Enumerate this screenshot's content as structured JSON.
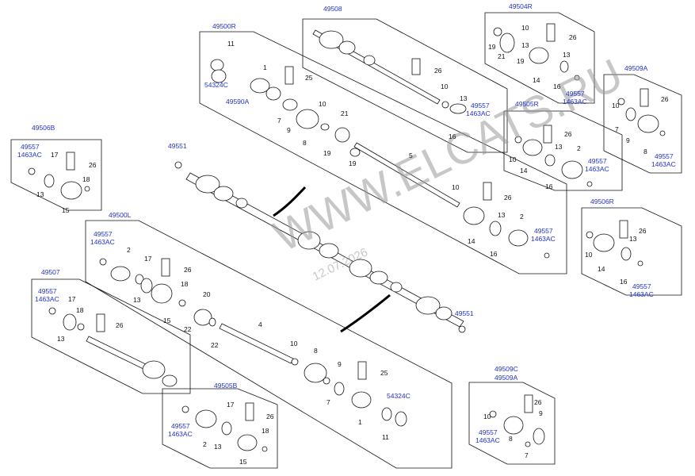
{
  "watermark": {
    "site": "WWW.ELCATS.RU",
    "date": "12.07.2026"
  },
  "groups": {
    "g49508": "49508",
    "g49504R": "49504R",
    "g49500R": "49500R",
    "g49509A_top": "49509A",
    "g49505R": "49505R",
    "g49506B": "49506B",
    "g49551_top": "49551",
    "g49500L": "49500L",
    "g49506R": "49506R",
    "g49507": "49507",
    "g49551_bot": "49551",
    "g49505B": "49505B",
    "g49509C": "49509C",
    "g49509A_bot": "49509A"
  },
  "refs": {
    "c54324C": "54324C",
    "c49590A": "49590A",
    "c49557": "49557",
    "c1463AC": "1463AC"
  },
  "nums": {
    "n1": "1",
    "n2": "2",
    "n4": "4",
    "n5": "5",
    "n7": "7",
    "n8": "8",
    "n9": "9",
    "n10": "10",
    "n11": "11",
    "n13": "13",
    "n14": "14",
    "n15": "15",
    "n16": "16",
    "n17": "17",
    "n18": "18",
    "n19": "19",
    "n20": "20",
    "n21": "21",
    "n22": "22",
    "n25": "25",
    "n26": "26"
  }
}
